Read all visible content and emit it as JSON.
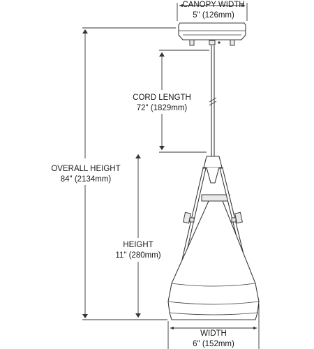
{
  "dimensions": {
    "canopy_width": {
      "label": "CANOPY WIDTH",
      "value": "5\" (126mm)"
    },
    "cord_length": {
      "label": "CORD LENGTH",
      "value": "72\" (1829mm)"
    },
    "overall_height": {
      "label": "OVERALL HEIGHT",
      "value": "84\" (2134mm)"
    },
    "height": {
      "label": "HEIGHT",
      "value": "11\" (280mm)"
    },
    "width": {
      "label": "WIDTH",
      "value": "6\" (152mm)"
    }
  }
}
